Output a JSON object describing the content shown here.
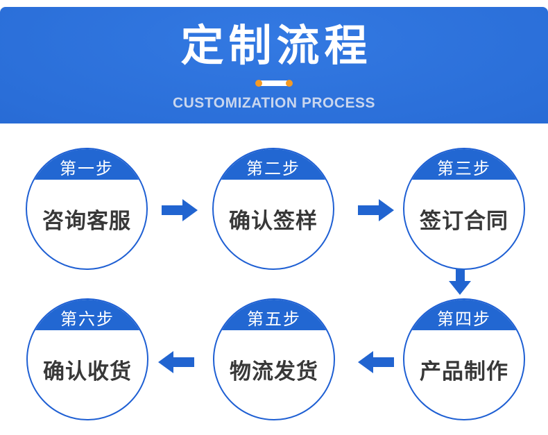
{
  "banner": {
    "title": "定制流程",
    "subtitle": "CUSTOMIZATION PROCESS"
  },
  "steps": [
    {
      "step_label": "第一步",
      "title": "咨询客服"
    },
    {
      "step_label": "第二步",
      "title": "确认签样"
    },
    {
      "step_label": "第三步",
      "title": "签订合同"
    },
    {
      "step_label": "第四步",
      "title": "产品制作"
    },
    {
      "step_label": "第五步",
      "title": "物流发货"
    },
    {
      "step_label": "第六步",
      "title": "确认收货"
    }
  ],
  "flow_order": [
    "咨询客服",
    "确认签样",
    "签订合同",
    "产品制作",
    "物流发货",
    "确认收货"
  ],
  "arrows": [
    {
      "from": "第一步",
      "to": "第二步",
      "direction": "right"
    },
    {
      "from": "第二步",
      "to": "第三步",
      "direction": "right"
    },
    {
      "from": "第三步",
      "to": "第四步",
      "direction": "down"
    },
    {
      "from": "第四步",
      "to": "第五步",
      "direction": "left"
    },
    {
      "from": "第五步",
      "to": "第六步",
      "direction": "left"
    }
  ],
  "colors": {
    "banner_gradient_light": "#3379e2",
    "banner_gradient_dark": "#1f5ec6",
    "circle_border": "#1e5fd3",
    "circle_cap": "#2267d2",
    "arrow": "#2164d0",
    "divider_dot_orange": "#f59a23",
    "subtitle_text": "#c9d6ee",
    "step_title_text": "#383838"
  }
}
